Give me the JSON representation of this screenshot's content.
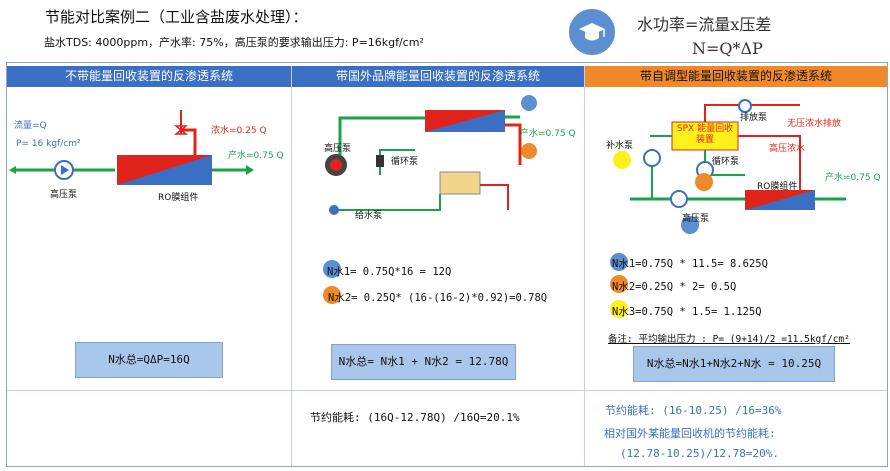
{
  "header": {
    "title": "节能对比案例二（工业含盐废水处理）：",
    "subtitle": "盐水TDS: 4000ppm，产水率: 75%，高压泵的要求输出压力: P=16kgf/cm²",
    "formula_line1": "水功率=流量x压差",
    "formula_line2": "N=Q*ΔP"
  },
  "colors": {
    "header_blue": "#3b6fc4",
    "header_orange": "#f08a28",
    "box_blue": "#a9c7ea",
    "pipe_green": "#1aa34a",
    "pipe_red": "#e0241b"
  },
  "panels": [
    {
      "header": "不带能量回收装置的反渗透系统",
      "labels": {
        "flow": "流量=Q",
        "pressure": "P= 16 kgf/cm²",
        "concentrate": "浓水=0.25 Q",
        "product": "产水=0.75 Q",
        "pump": "高压泵",
        "membrane": "RO膜组件"
      },
      "total": "N水总=QΔP=16Q",
      "saving": []
    },
    {
      "header": "带国外品牌能量回收装置的反渗透系统",
      "labels": {
        "hp_pump": "高压泵",
        "circ_pump": "循环泵",
        "feed_pump": "给水泵",
        "product": "产水=0.75 Q",
        "n1": "N水1",
        "n2": "N水2"
      },
      "calcs": [
        "N水1= 0.75Q*16 = 12Q",
        "N水2= 0.25Q* (16-(16-2)*0.92)=0.78Q"
      ],
      "total": "N水总= N水1 + N水2 = 12.78Q",
      "saving": [
        "节约能耗: (16Q-12.78Q) /16Q=20.1%"
      ]
    },
    {
      "header": "带自调型能量回收装置的反渗透系统",
      "labels": {
        "drain": "排放泵",
        "no_conc": "无压浓水排放",
        "supp_pump": "补水泵",
        "device": "SPX 能量回收装置",
        "circ_pump": "循环泵",
        "hp_conc": "高压浓水",
        "product": "产水=0.75 Q",
        "hp_pump": "高压泵",
        "membrane": "RO膜组件",
        "n1": "N水1",
        "n2": "N水2",
        "n3": "N水3"
      },
      "calcs": [
        "N水1=0.75Q * 11.5= 8.625Q",
        "N水2=0.25Q * 2= 0.5Q",
        "N水3=0.75Q * 1.5= 1.125Q"
      ],
      "note": "备注: 平均输出压力 : P= (9+14)/2 =11.5kgf/cm²",
      "total": "N水总=N水1+N水2+N水 = 10.25Q",
      "saving": [
        "节约能耗:  (16-10.25) /16=36%",
        "相对国外某能量回收机的节约能耗:",
        "(12.78-10.25)/12.78=20%."
      ]
    }
  ]
}
